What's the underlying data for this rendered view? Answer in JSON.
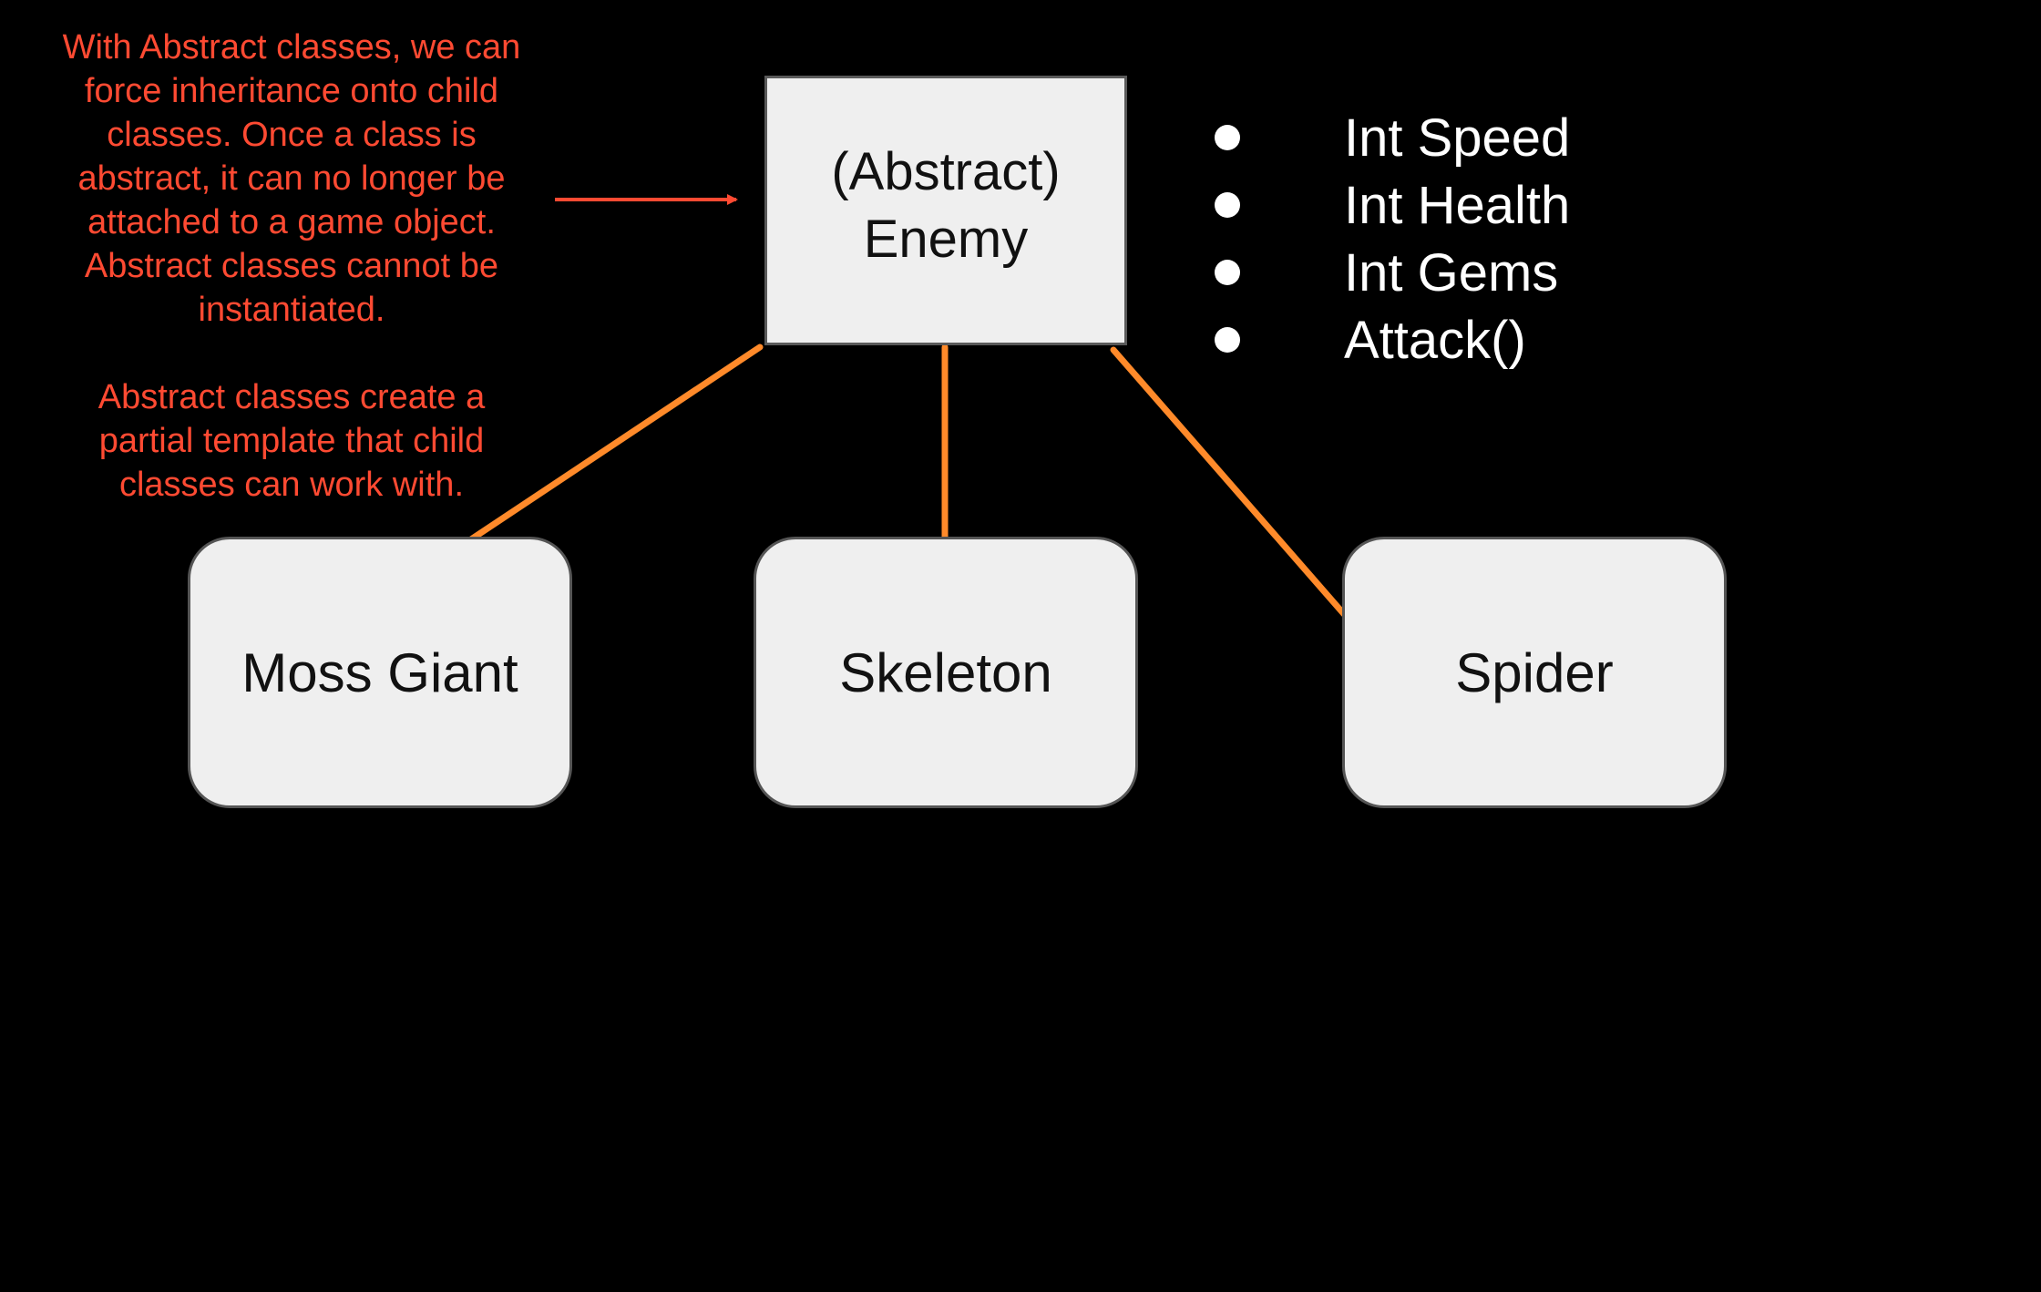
{
  "explanation": {
    "paragraph_1": "With Abstract classes, we can\nforce inheritance onto child\nclasses. Once a class is\nabstract, it can no longer be\nattached to a game object.\nAbstract classes cannot be\ninstantiated.",
    "paragraph_2": "Abstract classes create a\npartial template that child\nclasses can work with."
  },
  "parent_class": {
    "line_1": "(Abstract)",
    "line_2": "Enemy"
  },
  "members": [
    "Int Speed",
    "Int Health",
    "Int Gems",
    "Attack()"
  ],
  "child_classes": [
    "Moss Giant",
    "Skeleton",
    "Spider"
  ],
  "colors": {
    "annotation_text": "#ff4a32",
    "connector": "#ff8a2a",
    "box_fill": "#efefef",
    "background": "#000000"
  }
}
